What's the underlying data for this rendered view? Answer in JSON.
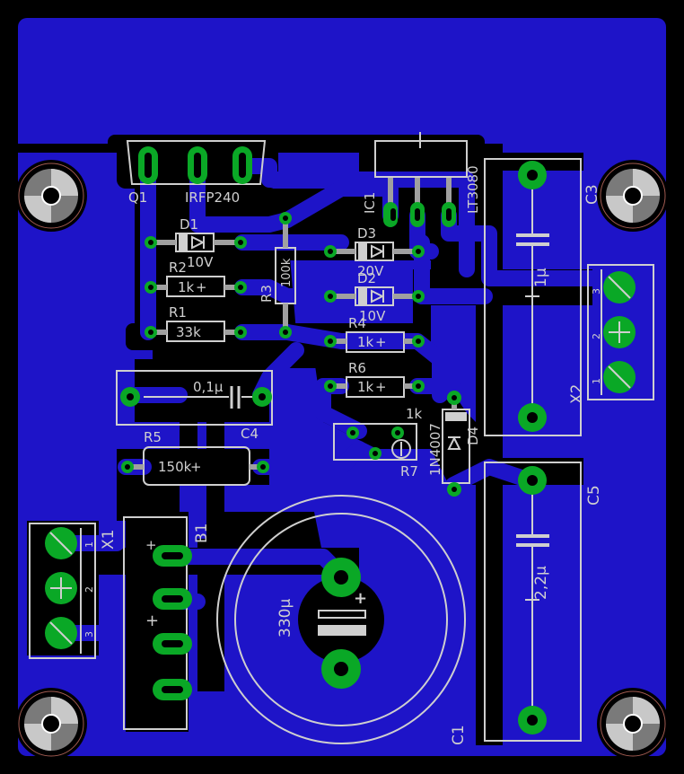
{
  "colors": {
    "background": "#000000",
    "copper": "#1e14c8",
    "pad": "#0aa826",
    "silk": "#cfcfcf",
    "hole": "#000000",
    "mount_hole": "#a0a0a0"
  },
  "labels": {
    "q1": "Q1",
    "irfp240": "IRFP240",
    "ic1": "IC1",
    "lt3080": "LT3080",
    "d1": "D1",
    "d1_value": "10V",
    "r2": "R2",
    "r2_value": "1k",
    "r1": "R1",
    "r1_value": "33k",
    "r3": "R3",
    "r3_value": "100k",
    "d3": "D3",
    "d3_value": "20V",
    "d2": "D2",
    "d2_value": "10V",
    "r4": "R4",
    "r4_value": "1k",
    "r6": "R6",
    "r6_value": "1k",
    "c4_value": "0,1µ",
    "c4": "C4",
    "r5": "R5",
    "r5_value": "150k",
    "r7_value": "1k",
    "r7": "R7",
    "d4_value": "1N4007",
    "d4": "D4",
    "c3": "C3",
    "c3_value": "1µ",
    "x2": "X2",
    "c5": "C5",
    "c5_value": "2,2µ",
    "c1": "C1",
    "c1_value": "330µ",
    "x1": "X1",
    "b1": "B1",
    "pin1": "1",
    "pin2": "2",
    "pin3": "3",
    "plus": "+",
    "minus": "−"
  }
}
